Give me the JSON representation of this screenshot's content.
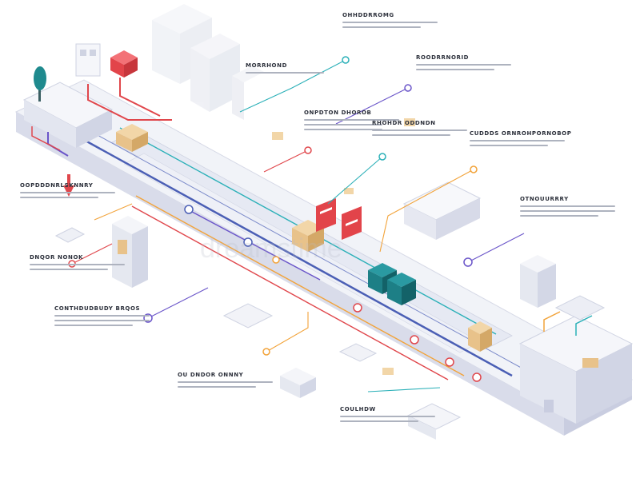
{
  "palette": {
    "background": "#ffffff",
    "platform_top": "#f1f3f8",
    "platform_side": "#d9dcea",
    "rail_blue": "#4b5fb5",
    "line_teal": "#2bb0b8",
    "line_orange": "#f2a33a",
    "line_red": "#e0474c",
    "line_purple": "#6a55c9",
    "accent_red": "#e2444a",
    "accent_teal": "#1d7f86",
    "accent_tan": "#e8c28a"
  },
  "watermark": "dreamstime",
  "labels": [
    {
      "id": "top-1",
      "title": "OHHDDRROMG"
    },
    {
      "id": "top-2",
      "title": "ROODRRNORID"
    },
    {
      "id": "top-3",
      "title": "MORRHOND"
    },
    {
      "id": "mid-1",
      "title": "ONPDTON DHOROB"
    },
    {
      "id": "mid-2",
      "title": "RHOHDR ODDNDN"
    },
    {
      "id": "right-1",
      "title": "CUDDDS ORNROHPORNOBOP"
    },
    {
      "id": "right-2",
      "title": "OTNOUURRRY"
    },
    {
      "id": "left-1",
      "title": "OOPDDDNRLSKNNRY"
    },
    {
      "id": "left-2",
      "title": "DNQOR NONOK"
    },
    {
      "id": "left-3",
      "title": "CONTHDUDBUDY BRQOS"
    },
    {
      "id": "bot-1",
      "title": "OU DNDOR ONNNY"
    },
    {
      "id": "bot-2",
      "title": "COULHDW"
    }
  ]
}
